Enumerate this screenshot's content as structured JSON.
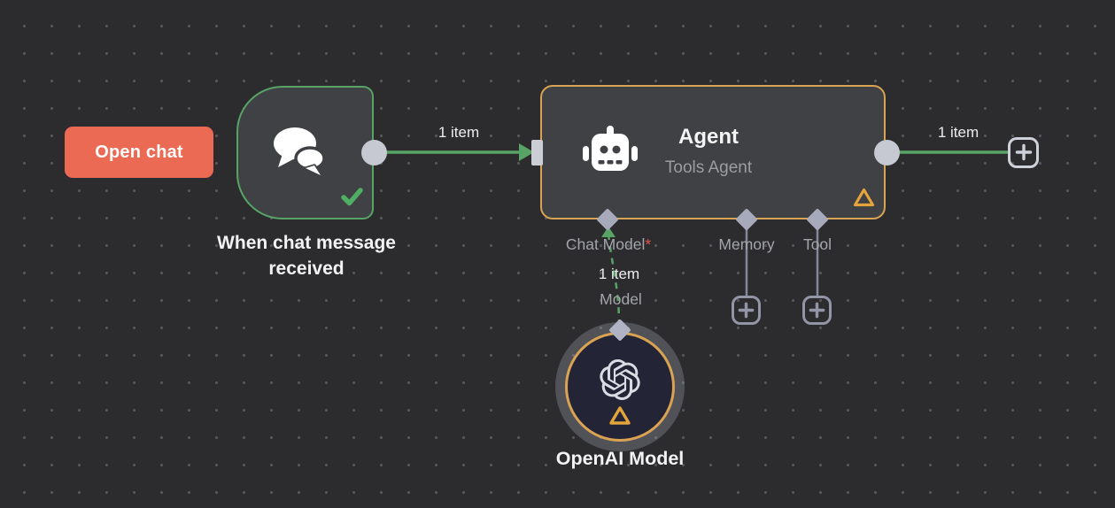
{
  "canvas": {
    "background_color": "#2c2c2e",
    "grid_dot_color": "#56565a"
  },
  "colors": {
    "success_green": "#58a366",
    "warning_orange": "#daa353",
    "button_salmon": "#eb6a54",
    "required_red": "#e0564a",
    "connector_gray": "#a7aabb",
    "node_background": "#3f4144",
    "text_primary": "#f2f2f3",
    "text_secondary": "#a3a5ab"
  },
  "open_chat_button": {
    "label": "Open chat"
  },
  "trigger_node": {
    "name_line1": "When chat message",
    "name_line2": "received",
    "icon": "chat-bubbles-icon",
    "status_icon": "check-icon",
    "border_color": "#58a366"
  },
  "agent_node": {
    "title": "Agent",
    "subtitle": "Tools Agent",
    "icon": "robot-icon",
    "status_icon": "warning-triangle-icon",
    "border_color": "#daa353",
    "ports": {
      "chat_model": {
        "label": "Chat Model",
        "required_marker": "*"
      },
      "memory": {
        "label": "Memory"
      },
      "tool": {
        "label": "Tool"
      }
    }
  },
  "openai_node": {
    "label": "OpenAI Model",
    "icon": "openai-logo-icon",
    "status_icon": "warning-triangle-icon",
    "border_color": "#daa353"
  },
  "connections": {
    "trigger_to_agent": {
      "label": "1 item"
    },
    "agent_to_add": {
      "label": "1 item"
    },
    "model_to_agent": {
      "count_label": "1 item",
      "port_label": "Model"
    }
  },
  "add_buttons": {
    "output_plus": "plus-icon",
    "memory_plus": "plus-icon",
    "tool_plus": "plus-icon"
  }
}
